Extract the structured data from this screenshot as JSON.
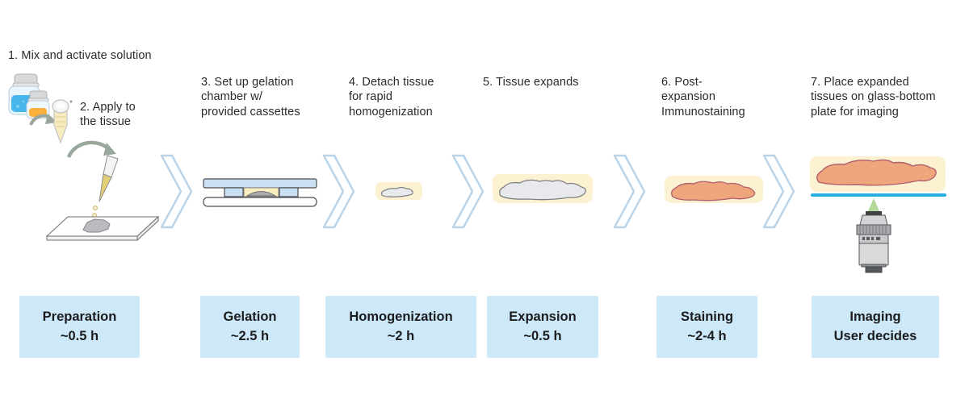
{
  "workflow": {
    "steps": [
      {
        "id": 1,
        "label": "1. Mix and activate solution",
        "icon": "solution-bottles-icon"
      },
      {
        "id": 2,
        "label": "2. Apply to\nthe tissue",
        "icon": "pipette-slide-icon"
      },
      {
        "id": 3,
        "label": "3. Set up gelation\nchamber w/\nprovided cassettes",
        "icon": "gelation-chamber-icon"
      },
      {
        "id": 4,
        "label": "4. Detach tissue\nfor rapid\nhomogenization",
        "icon": "detached-tissue-gel-icon"
      },
      {
        "id": 5,
        "label": "5. Tissue expands",
        "icon": "expanded-tissue-gel-icon"
      },
      {
        "id": 6,
        "label": "6. Post-\nexpansion\nImmunostaining",
        "icon": "stained-tissue-gel-icon"
      },
      {
        "id": 7,
        "label": "7. Place expanded\ntissues on glass-bottom\nplate for imaging",
        "icon": "microscope-objective-icon"
      }
    ],
    "stages": [
      {
        "name": "Preparation",
        "duration": "~0.5 h"
      },
      {
        "name": "Gelation",
        "duration": "~2.5 h"
      },
      {
        "name": "Homogenization",
        "duration": "~2 h"
      },
      {
        "name": "Expansion",
        "duration": "~0.5 h"
      },
      {
        "name": "Staining",
        "duration": "~2-4 h"
      },
      {
        "name": "Imaging",
        "duration": "User decides"
      }
    ],
    "colors": {
      "stage_box_bg": "#cde8f8",
      "chevron_stroke": "#b9d3e9",
      "gel_fill": "#fcf1d0",
      "tissue_gray": "#e8e9ec",
      "tissue_stained": "#f0a67c",
      "glass_blue": "#29abe2",
      "solution_blue": "#47b6ea",
      "solution_orange": "#fbb03b",
      "text": "#2b292c"
    }
  }
}
